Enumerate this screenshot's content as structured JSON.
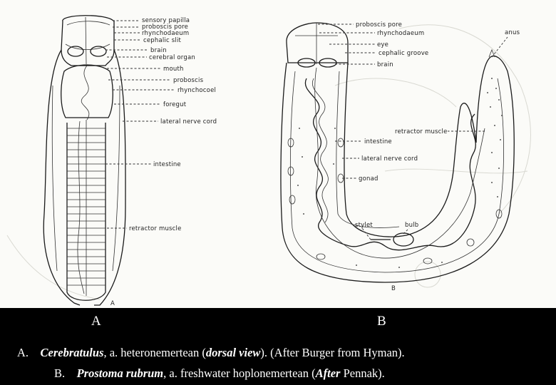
{
  "figure": {
    "panel_a": {
      "letter": "A",
      "letter_small": "A",
      "labels": [
        "sensory papilla",
        "proboscis pore",
        "rhynchodaeum",
        "cephalic slit",
        "brain",
        "cerebral organ",
        "mouth",
        "proboscis",
        "rhynchocoel",
        "foregut",
        "lateral nerve cord",
        "intestine",
        "retractor muscle"
      ]
    },
    "panel_b": {
      "letter": "B",
      "letter_small": "B",
      "labels": [
        "proboscis pore",
        "rhynchodaeum",
        "eye",
        "cephalic groove",
        "brain",
        "anus",
        "retractor muscle",
        "intestine",
        "lateral nerve cord",
        "gonad",
        "stylet",
        "bulb"
      ]
    }
  },
  "caption": {
    "a": {
      "prefix": "A.",
      "genus": "Cerebratulus",
      "mid": ", a. heteronemertean (",
      "view": "dorsal view",
      "suffix": "). (After Burger from Hyman)."
    },
    "b": {
      "prefix": "B.",
      "species": "Prostoma rubrum",
      "mid": ", a. freshwater hoplonemertean (",
      "after": "After",
      "suffix": " Pennak)."
    }
  }
}
